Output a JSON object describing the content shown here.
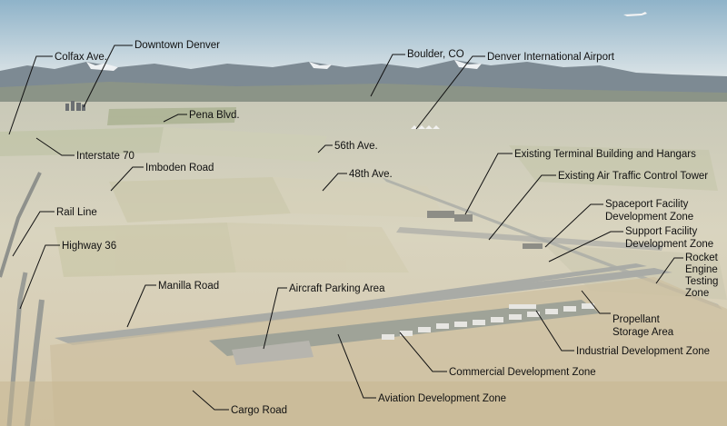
{
  "labels": {
    "colfax": "Colfax Ave.",
    "downtown": "Downtown Denver",
    "boulder": "Boulder, CO",
    "dia": "Denver International Airport",
    "pena": "Pena Blvd.",
    "i70": "Interstate 70",
    "ave56": "56th Ave.",
    "imboden": "Imboden Road",
    "terminal": "Existing Terminal Building and Hangars",
    "ave48": "48th Ave.",
    "atc": "Existing Air Traffic Control Tower",
    "rail": "Rail Line",
    "spaceport_1": "Spaceport Facility",
    "spaceport_2": "Development Zone",
    "support_1": "Support Facility",
    "support_2": "Development Zone",
    "hwy36": "Highway 36",
    "rocket_1": "Rocket",
    "rocket_2": "Engine",
    "rocket_3": "Testing",
    "rocket_4": "Zone",
    "manilla": "Manilla Road",
    "aircraft_parking": "Aircraft Parking Area",
    "propellant_1": "Propellant",
    "propellant_2": "Storage Area",
    "industrial": "Industrial Development Zone",
    "commercial": "Commercial Development Zone",
    "aviation": "Aviation Development Zone",
    "cargo": "Cargo Road"
  },
  "colors": {
    "sky_top": "#8fb3c9",
    "sky_bottom": "#dfe6e8",
    "mountains": "#7d8a93",
    "plains_far": "#c8c7b4",
    "plains_near": "#d8cfb8",
    "fields_green": "#b8bf9c",
    "runway": "#a9aba6",
    "leader_line": "#111111"
  }
}
